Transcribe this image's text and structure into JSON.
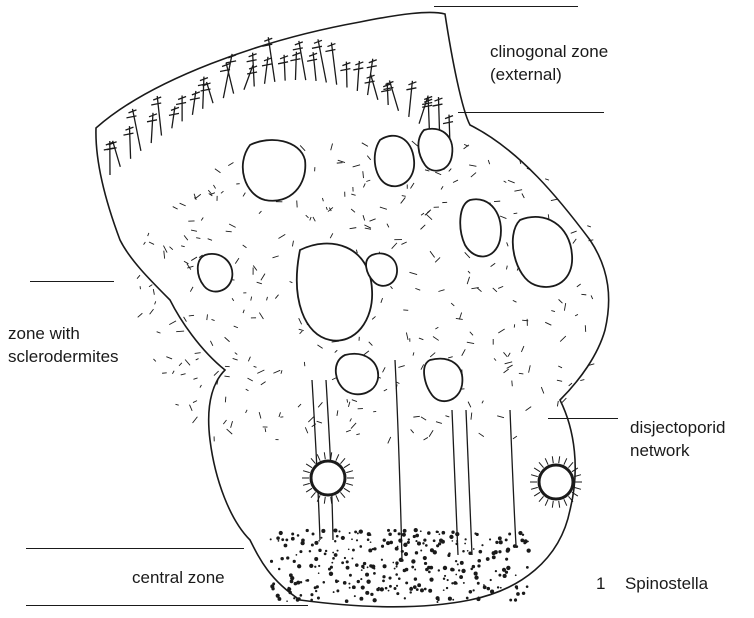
{
  "labels": {
    "clinogonal_line1": "clinogonal zone",
    "clinogonal_line2": "(external)",
    "sclero_line1": "zone with",
    "sclero_line2": "sclerodermites",
    "disjecto_line1": "disjectoporid",
    "disjecto_line2": "network",
    "central": "central zone",
    "caption_number": "1",
    "caption_name": "Spinostella"
  },
  "colors": {
    "ink": "#1a1a1a",
    "background": "#ffffff"
  }
}
